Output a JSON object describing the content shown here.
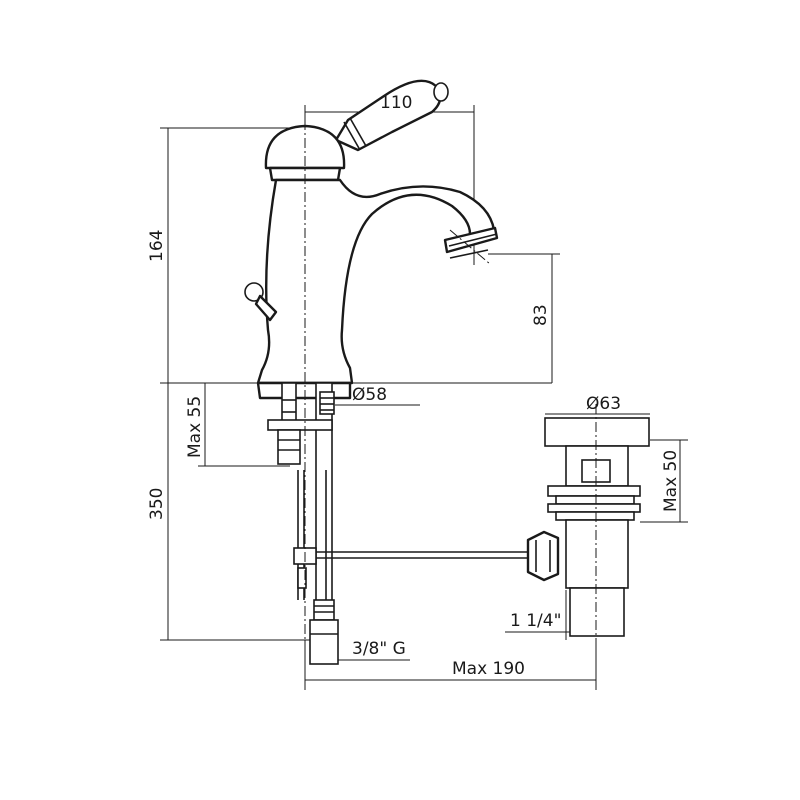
{
  "dimensions": {
    "handle_width": "110",
    "total_height": "164",
    "spout_height": "83",
    "base_diameter": "Ø58",
    "max_thickness": "Max 55",
    "pipe_length": "350",
    "waste_diameter": "Ø63",
    "waste_max": "Max 50",
    "waste_thread": "1 1/4\"",
    "supply_thread": "3/8\" G",
    "max_reach": "Max 190"
  }
}
